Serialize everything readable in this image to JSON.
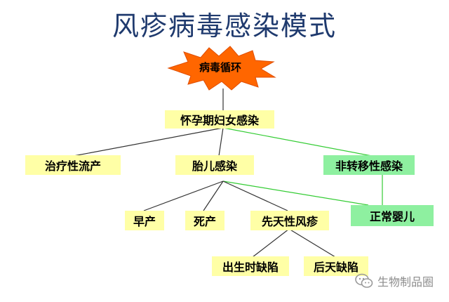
{
  "title": "风疹病毒感染模式",
  "root": "病毒循环",
  "nodes": {
    "pregnant": "怀孕期妇女感染",
    "abortion": "治疗性流产",
    "fetal": "胎儿感染",
    "nontransfer": "非转移性感染",
    "preterm": "早产",
    "stillbirth": "死产",
    "congenital": "先天性风疹",
    "normal": "正常婴儿",
    "birthdefect": "出生时缺陷",
    "acquireddefect": "后天缺陷"
  },
  "watermark": "生物制品圈",
  "colors": {
    "yellow": "#ffffa6",
    "green": "#8ef0a0",
    "burst": "#ff6600",
    "title": "#1f3a6e",
    "line_black": "#333333",
    "line_green": "#33cc33"
  }
}
